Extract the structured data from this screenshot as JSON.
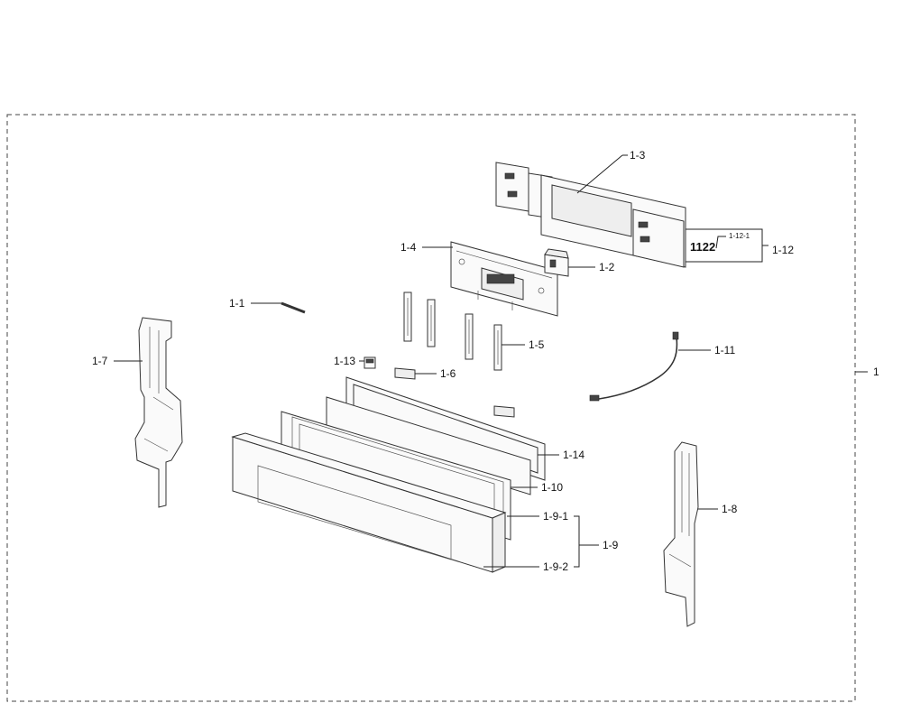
{
  "assembly_label": "1",
  "callouts": {
    "c1_1": "1-1",
    "c1_2": "1-2",
    "c1_3": "1-3",
    "c1_4": "1-4",
    "c1_5": "1-5",
    "c1_6": "1-6",
    "c1_7": "1-7",
    "c1_8": "1-8",
    "c1_9": "1-9",
    "c1_9_1": "1-9-1",
    "c1_9_2": "1-9-2",
    "c1_10": "1-10",
    "c1_11": "1-11",
    "c1_12": "1-12",
    "c1_12_1": "1-12-1",
    "c1_13": "1-13",
    "c1_14": "1-14",
    "sub_1122": "1122"
  }
}
